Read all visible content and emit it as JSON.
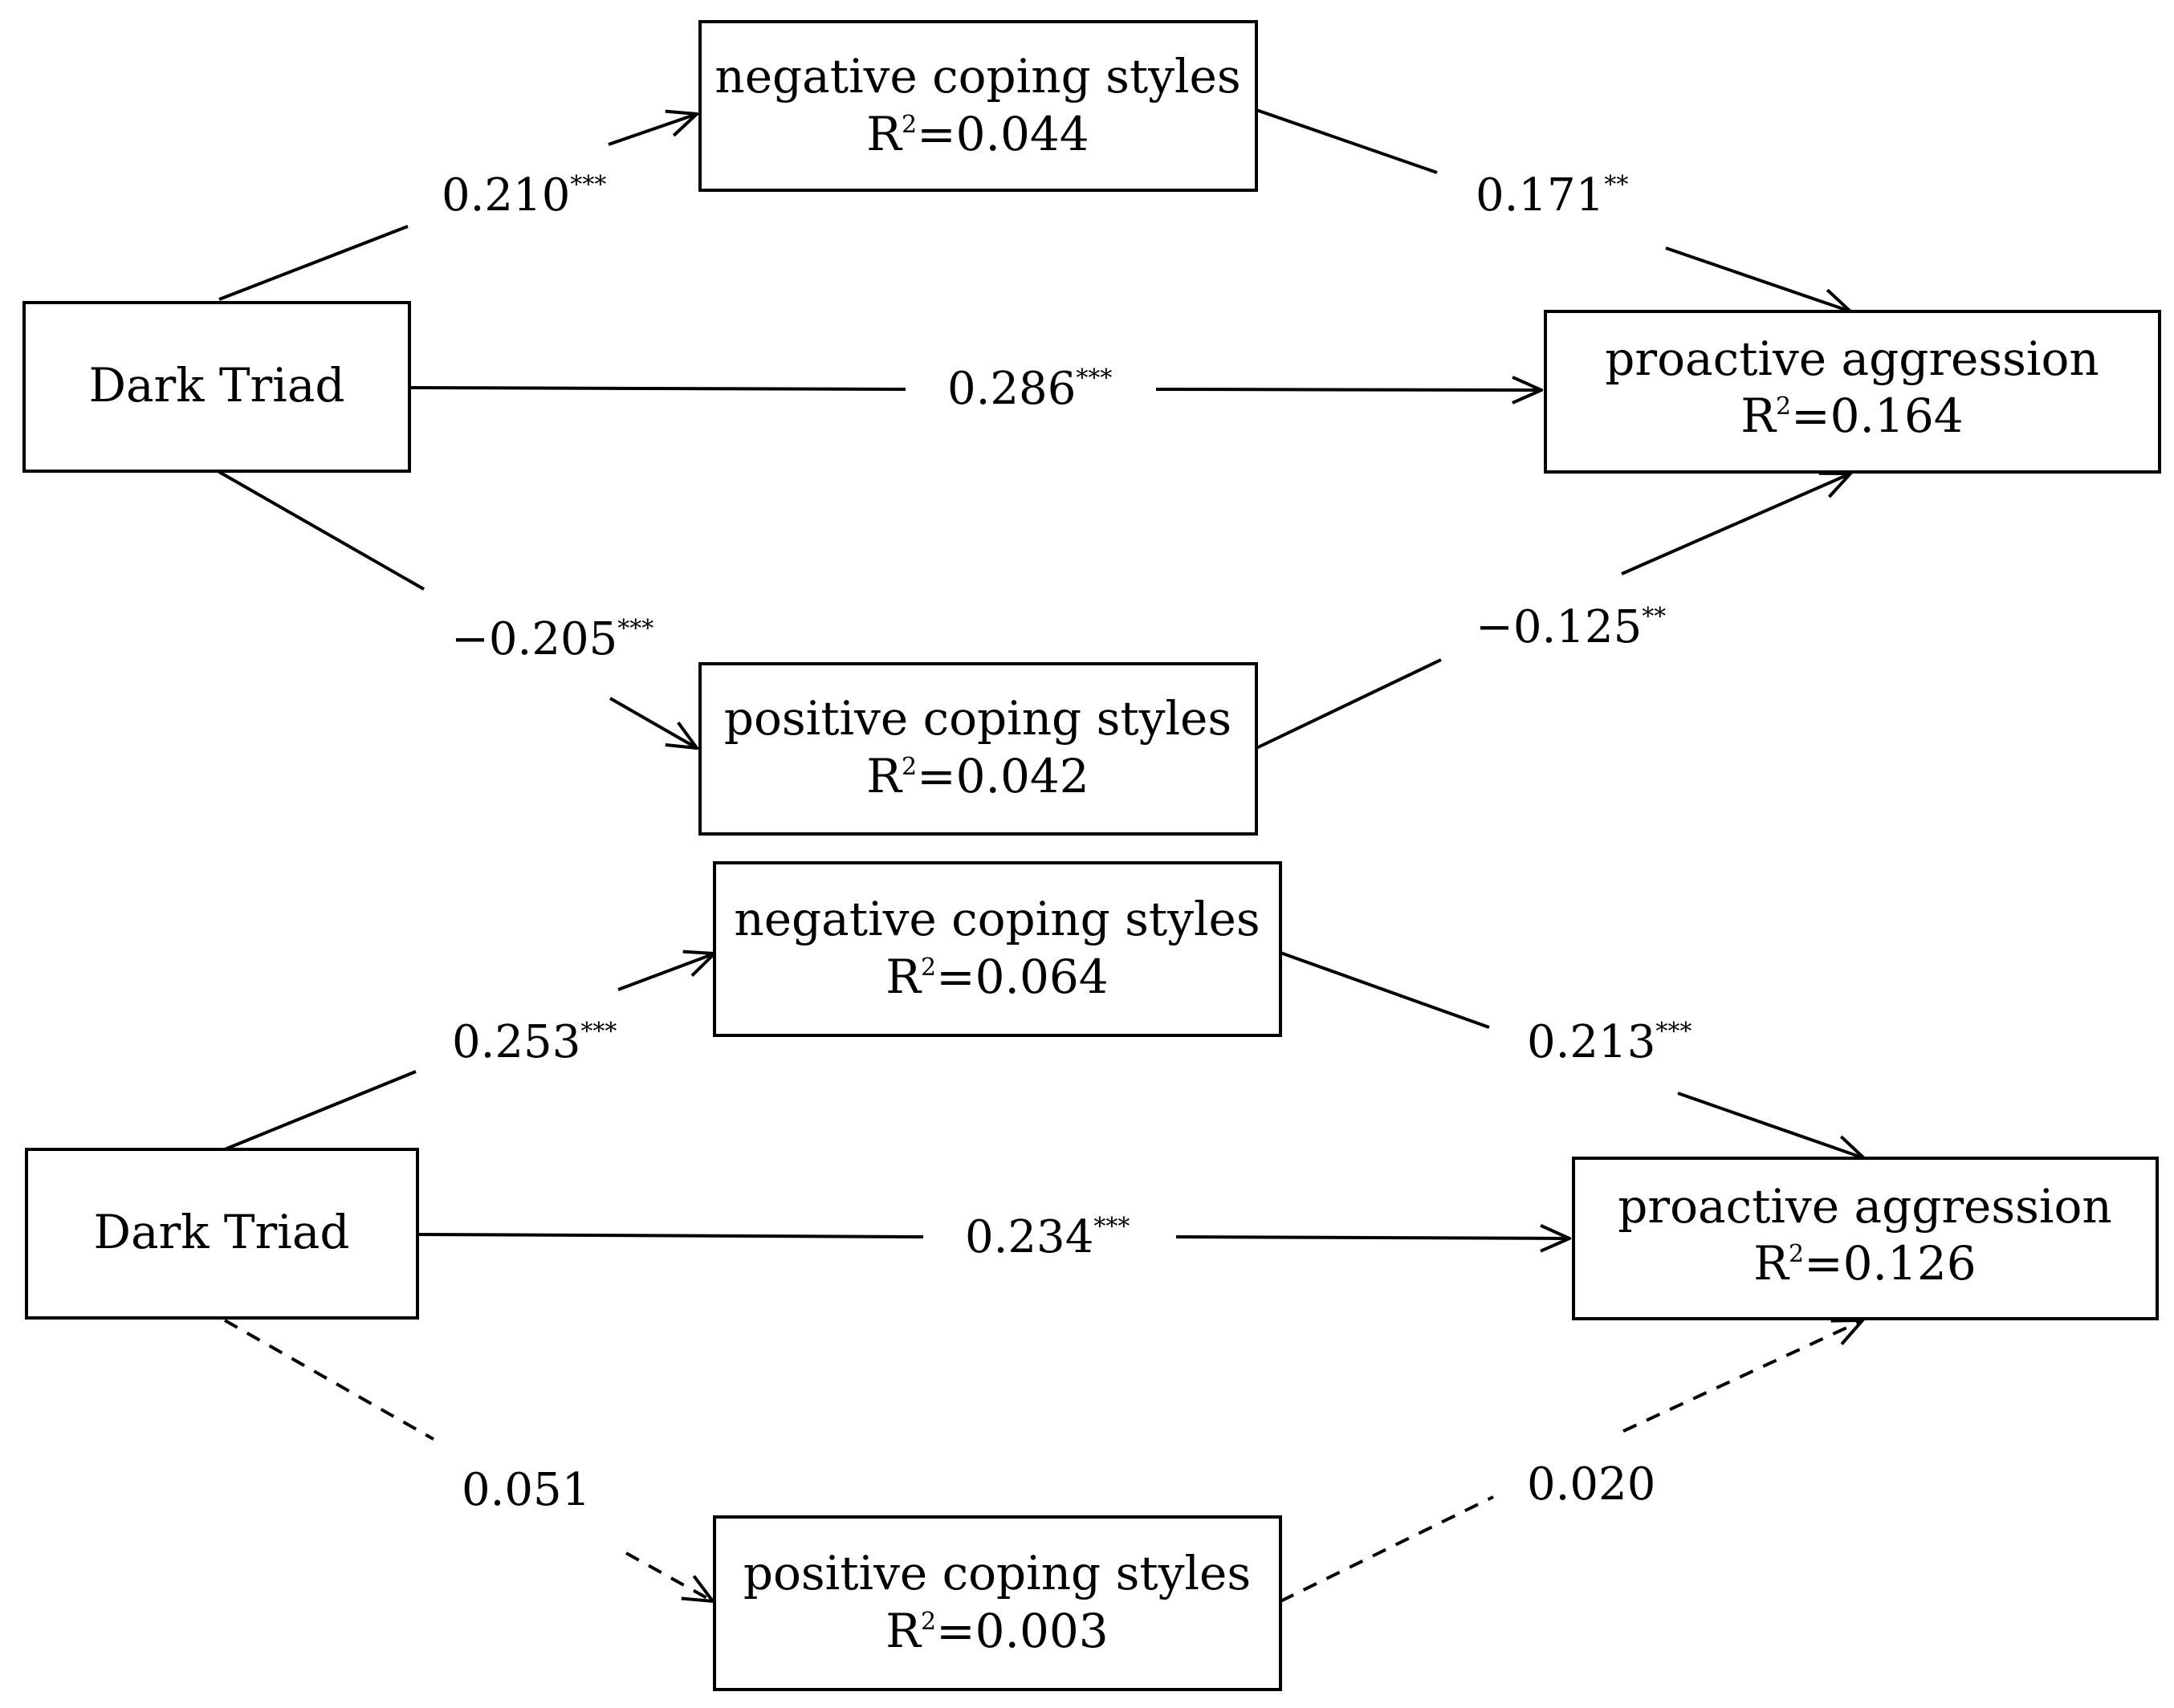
{
  "models": [
    {
      "nodes": {
        "predictor": {
          "label": "Dark Triad"
        },
        "mediator_negative": {
          "label": "negative coping styles",
          "r2": "R2=0.044",
          "r2_prefix": "R",
          "r2_sup": "2",
          "r2_value": "=0.044"
        },
        "mediator_positive": {
          "label": "positive coping styles",
          "r2_prefix": "R",
          "r2_sup": "2",
          "r2_value": "=0.042"
        },
        "outcome": {
          "label": "proactive aggression",
          "r2_prefix": "R",
          "r2_sup": "2",
          "r2_value": "=0.164"
        }
      },
      "paths": {
        "predictor_to_negative": {
          "coef": "0.210",
          "sig": "***",
          "significant": true
        },
        "negative_to_outcome": {
          "coef": "0.171",
          "sig": "**",
          "significant": true
        },
        "predictor_to_outcome": {
          "coef": "0.286",
          "sig": "***",
          "significant": true
        },
        "predictor_to_positive": {
          "coef": "−0.205",
          "sig": "***",
          "significant": true
        },
        "positive_to_outcome": {
          "coef": "−0.125",
          "sig": "**",
          "significant": true
        }
      }
    },
    {
      "nodes": {
        "predictor": {
          "label": "Dark Triad"
        },
        "mediator_negative": {
          "label": "negative coping styles",
          "r2_prefix": "R",
          "r2_sup": "2",
          "r2_value": "=0.064"
        },
        "mediator_positive": {
          "label": "positive coping styles",
          "r2_prefix": "R",
          "r2_sup": "2",
          "r2_value": "=0.003"
        },
        "outcome": {
          "label": "proactive aggression",
          "r2_prefix": "R",
          "r2_sup": "2",
          "r2_value": "=0.126"
        }
      },
      "paths": {
        "predictor_to_negative": {
          "coef": "0.253",
          "sig": "***",
          "significant": true
        },
        "negative_to_outcome": {
          "coef": "0.213",
          "sig": "***",
          "significant": true
        },
        "predictor_to_outcome": {
          "coef": "0.234",
          "sig": "***",
          "significant": true
        },
        "predictor_to_positive": {
          "coef": "0.051",
          "sig": "",
          "significant": false
        },
        "positive_to_outcome": {
          "coef": "0.020",
          "sig": "",
          "significant": false
        }
      }
    }
  ]
}
